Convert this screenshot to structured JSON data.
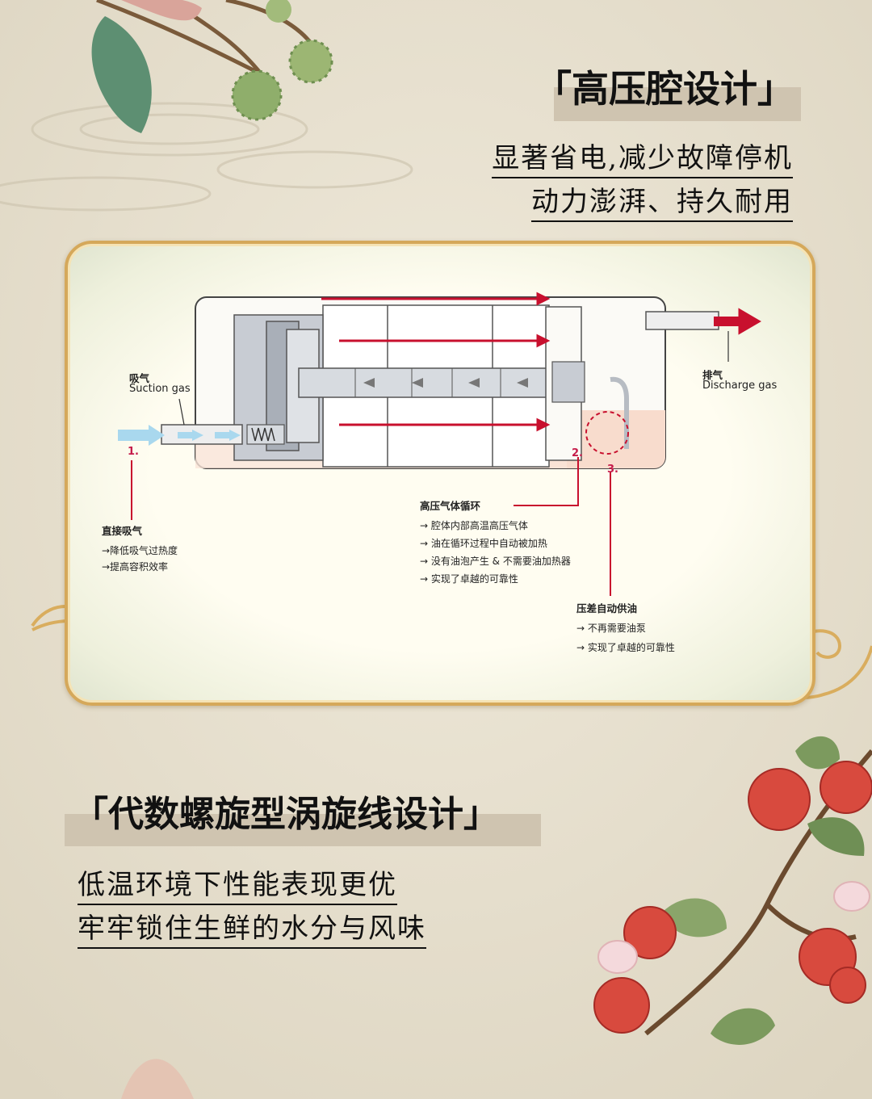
{
  "section1": {
    "title": "「高压腔设计」",
    "lines": [
      "显著省电,减少故障停机",
      "动力澎湃、持久耐用"
    ]
  },
  "diagram": {
    "suction_cn": "吸气",
    "suction_en": "Suction gas",
    "discharge_cn": "排气",
    "discharge_en": "Discharge gas",
    "markers": [
      "1.",
      "2.",
      "3."
    ],
    "annotations": [
      {
        "title": "直接吸气",
        "items": [
          "→降低吸气过热度",
          "→提高容积效率"
        ]
      },
      {
        "title": "高压气体循环",
        "items": [
          "→ 腔体内部高温高压气体",
          "→ 油在循环过程中自动被加热",
          "→ 没有油泡产生 & 不需要油加热器",
          "→ 实现了卓越的可靠性"
        ]
      },
      {
        "title": "压差自动供油",
        "items": [
          "→ 不再需要油泵",
          "→ 实现了卓越的可靠性"
        ]
      }
    ],
    "colors": {
      "flow_red": "#c8102e",
      "suction_blue": "#a9d8ee",
      "oil": "#f8dccd",
      "frame_gold": "#d5a85a"
    }
  },
  "section2": {
    "title": "「代数螺旋型涡旋线设计」",
    "lines": [
      "低温环境下性能表现更优",
      "牢牢锁住生鲜的水分与风味"
    ]
  }
}
